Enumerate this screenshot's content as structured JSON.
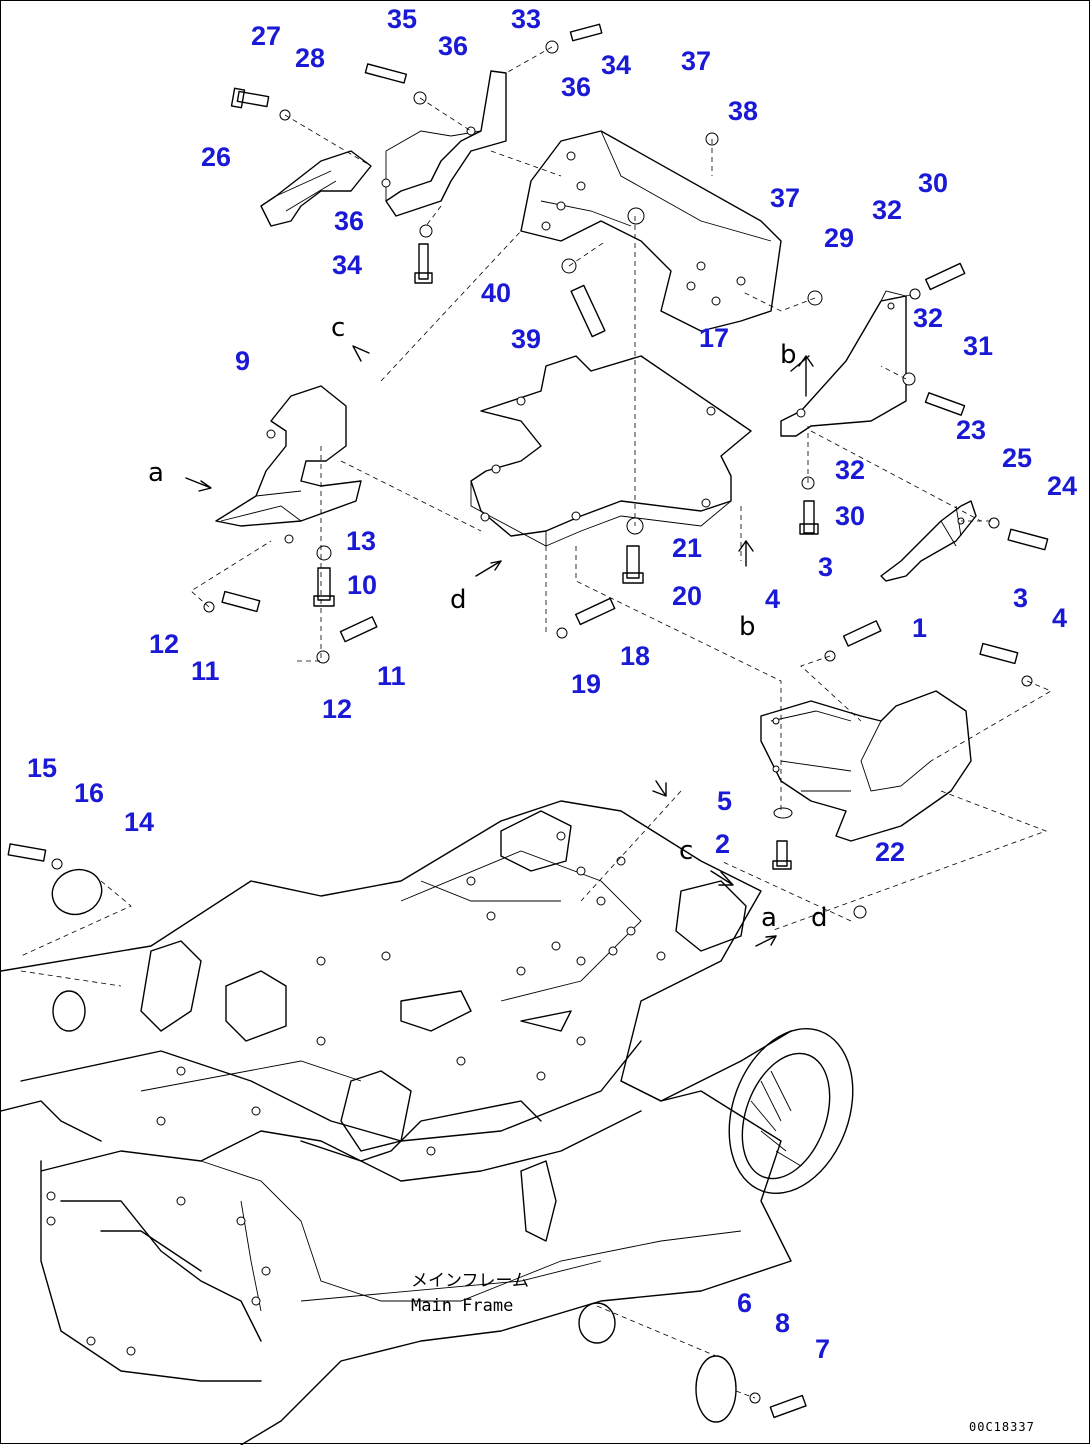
{
  "callouts": [
    "1",
    "2",
    "3",
    "3",
    "4",
    "4",
    "5",
    "6",
    "7",
    "8",
    "9",
    "10",
    "11",
    "11",
    "12",
    "12",
    "13",
    "14",
    "15",
    "16",
    "17",
    "18",
    "19",
    "20",
    "21",
    "22",
    "23",
    "24",
    "25",
    "26",
    "27",
    "28",
    "29",
    "30",
    "30",
    "31",
    "32",
    "32",
    "32",
    "33",
    "34",
    "34",
    "35",
    "36",
    "36",
    "36",
    "37",
    "37",
    "38",
    "39",
    "40"
  ],
  "refs": [
    "a",
    "a",
    "b",
    "b",
    "c",
    "c",
    "d",
    "d"
  ],
  "frame_label_jp": "メインフレーム",
  "frame_label_en": "Main Frame",
  "drawing_number": "00C18337",
  "colors": {
    "callout": "#1a1ad6",
    "line": "#000000",
    "background": "#ffffff"
  }
}
